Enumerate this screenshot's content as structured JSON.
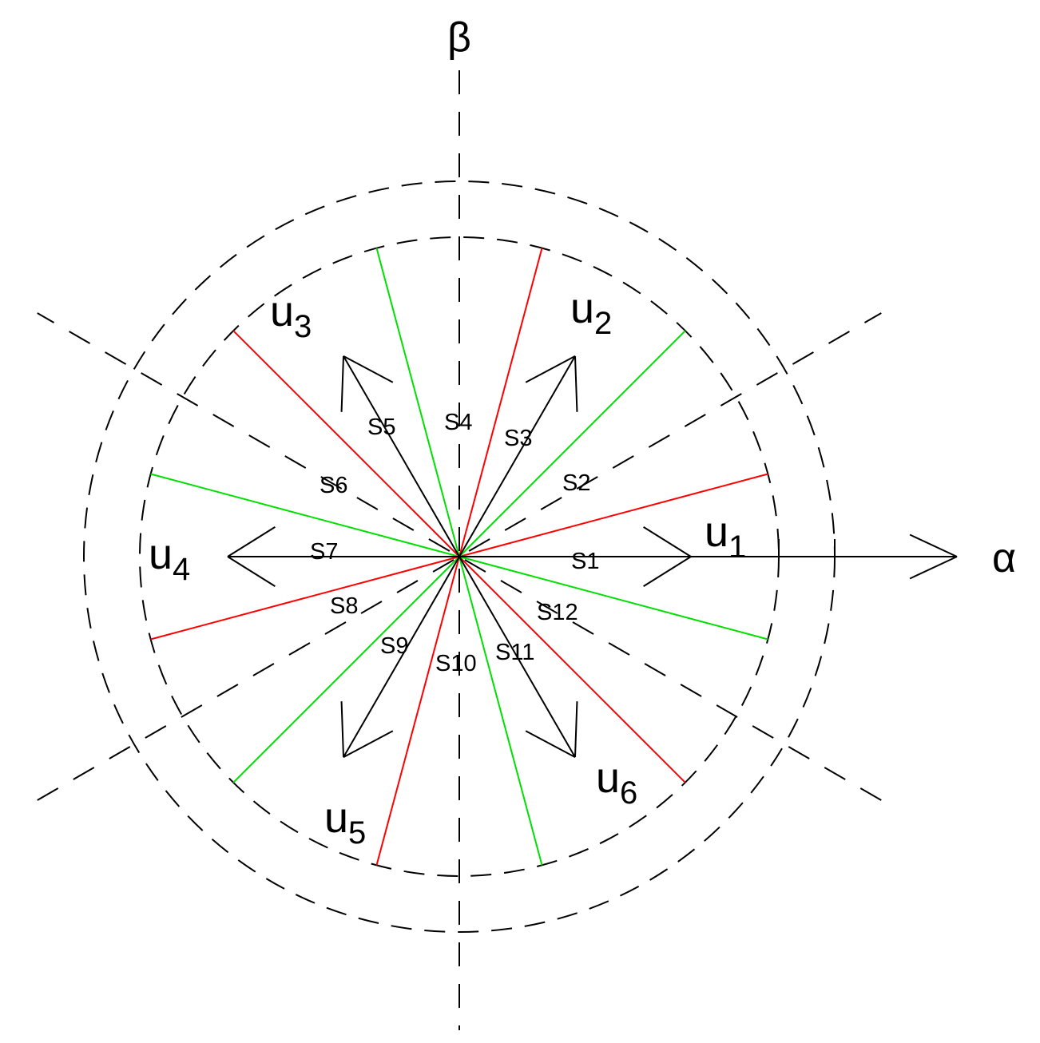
{
  "axes": {
    "alpha": "α",
    "beta": "β"
  },
  "vectors": [
    {
      "name": "u1",
      "base": "u",
      "sub": "1",
      "angle_deg": 0
    },
    {
      "name": "u2",
      "base": "u",
      "sub": "2",
      "angle_deg": 60
    },
    {
      "name": "u3",
      "base": "u",
      "sub": "3",
      "angle_deg": 120
    },
    {
      "name": "u4",
      "base": "u",
      "sub": "4",
      "angle_deg": 180
    },
    {
      "name": "u5",
      "base": "u",
      "sub": "5",
      "angle_deg": 240
    },
    {
      "name": "u6",
      "base": "u",
      "sub": "6",
      "angle_deg": 300
    }
  ],
  "sectors": [
    "S1",
    "S2",
    "S3",
    "S4",
    "S5",
    "S6",
    "S7",
    "S8",
    "S9",
    "S10",
    "S11",
    "S12"
  ],
  "boundary_colors": {
    "red": "#ff0000",
    "green": "#00e000"
  }
}
